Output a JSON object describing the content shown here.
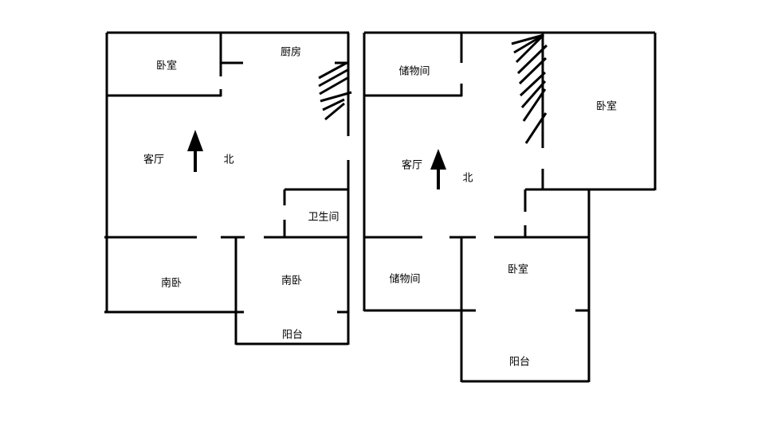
{
  "plans": [
    {
      "name": "left-floor",
      "rooms": {
        "bedroom": "卧室",
        "kitchen": "厨房",
        "living_room": "客厅",
        "north": "北",
        "bathroom": "卫生间",
        "south_bedroom_1": "南卧",
        "south_bedroom_2": "南卧",
        "balcony": "阳台"
      }
    },
    {
      "name": "right-floor",
      "rooms": {
        "storage_1": "储物间",
        "bedroom_1": "卧室",
        "living_room": "客厅",
        "north": "北",
        "storage_2": "储物间",
        "bedroom_2": "卧室",
        "balcony": "阳台"
      }
    }
  ],
  "colors": {
    "line": "#000000",
    "background": "#ffffff"
  }
}
